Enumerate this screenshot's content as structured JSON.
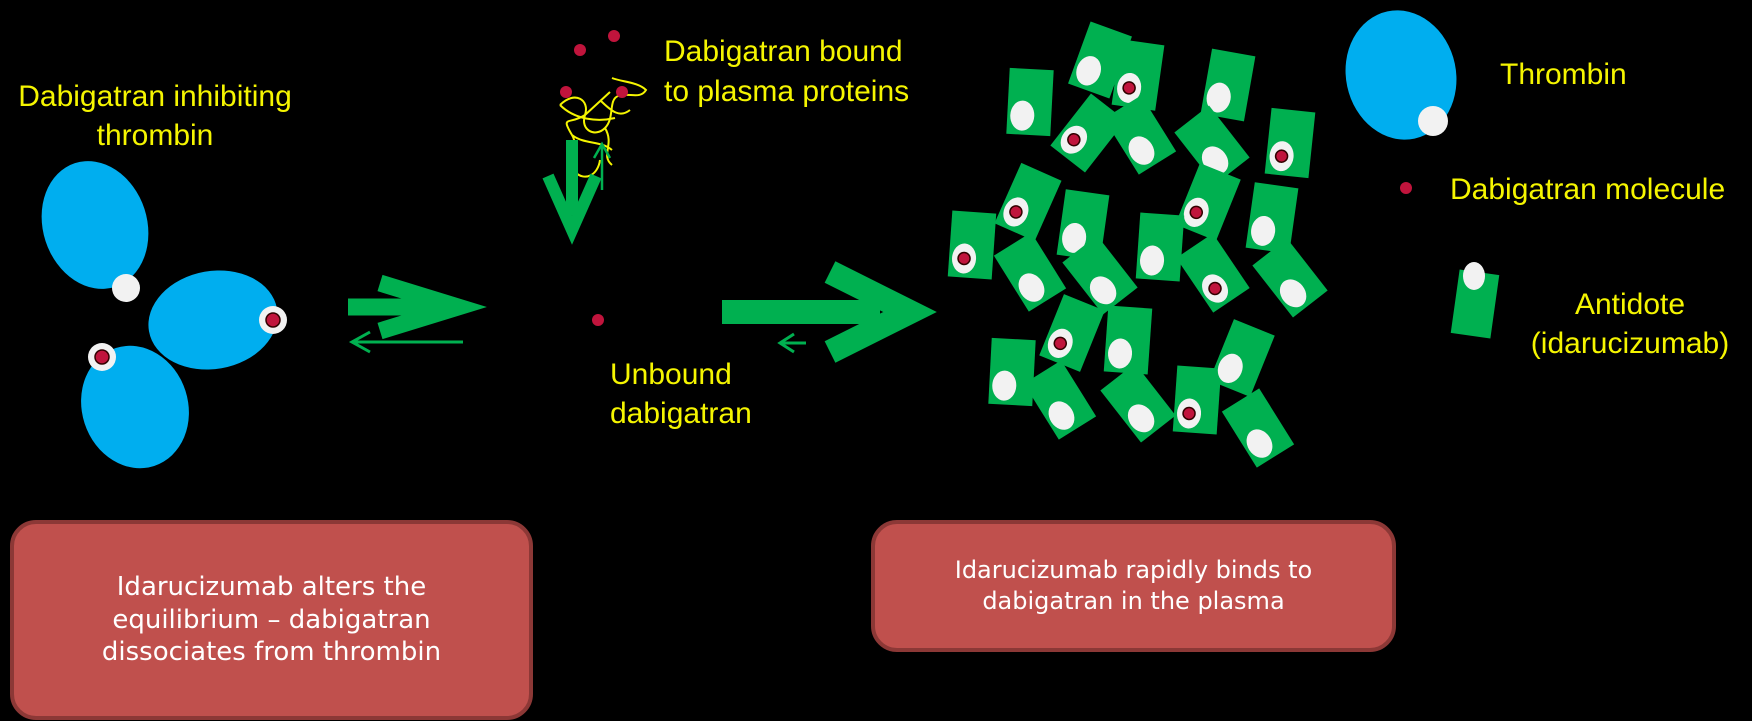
{
  "colors": {
    "background": "#000000",
    "thrombin": "#00aeef",
    "antidote": "#00b050",
    "dabigatran": "#c0143c",
    "arrow": "#00b050",
    "label_text": "#f5f500",
    "box_fill": "#c0504d",
    "box_border": "#8c3836",
    "box_text": "#ffffff"
  },
  "labels": {
    "inhibiting": "Dabigatran inhibiting\nthrombin",
    "bound_line1": "Dabigatran bound",
    "bound_line2": "to plasma proteins",
    "unbound": "Unbound\ndabigatran"
  },
  "legend": {
    "thrombin": "Thrombin",
    "molecule": "Dabigatran molecule",
    "antidote": "Antidote\n(idarucizumab)"
  },
  "boxes": {
    "left": "Idarucizumab alters the\nequilibrium – dabigatran\ndissociates from thrombin",
    "right": "Idarucizumab rapidly binds to\ndabigatran in the plasma"
  },
  "icons": {
    "thrombin": "blue-oval-with-white-binding-site",
    "antidote": "green-rectangle-with-white-oval",
    "dabigatran": "small-red-dot",
    "plasma-protein": "yellow-squiggle"
  }
}
